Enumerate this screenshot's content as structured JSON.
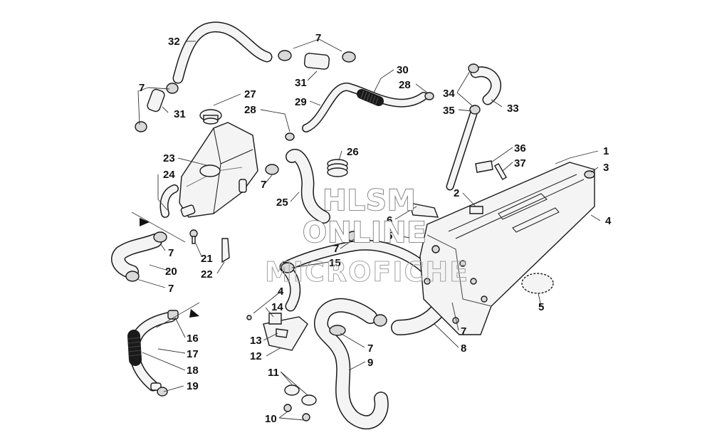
{
  "watermark": {
    "line1": "HLSM",
    "line2": "ONLINE",
    "line3": "MICROFICHE"
  },
  "callouts": [
    {
      "id": "c32",
      "text": "32"
    },
    {
      "id": "c7a",
      "text": "7"
    },
    {
      "id": "c31a",
      "text": "31"
    },
    {
      "id": "c30",
      "text": "30"
    },
    {
      "id": "c28a",
      "text": "28"
    },
    {
      "id": "c29",
      "text": "29"
    },
    {
      "id": "c7b",
      "text": "7"
    },
    {
      "id": "c31b",
      "text": "31"
    },
    {
      "id": "c27",
      "text": "27"
    },
    {
      "id": "c28b",
      "text": "28"
    },
    {
      "id": "c34",
      "text": "34"
    },
    {
      "id": "c35",
      "text": "35"
    },
    {
      "id": "c33",
      "text": "33"
    },
    {
      "id": "c23",
      "text": "23"
    },
    {
      "id": "c24",
      "text": "24"
    },
    {
      "id": "c26",
      "text": "26"
    },
    {
      "id": "c7c",
      "text": "7"
    },
    {
      "id": "c25",
      "text": "25"
    },
    {
      "id": "c36",
      "text": "36"
    },
    {
      "id": "c37",
      "text": "37"
    },
    {
      "id": "c1",
      "text": "1"
    },
    {
      "id": "c3",
      "text": "3"
    },
    {
      "id": "c2",
      "text": "2"
    },
    {
      "id": "c4a",
      "text": "4"
    },
    {
      "id": "c6",
      "text": "6"
    },
    {
      "id": "c5a",
      "text": "5"
    },
    {
      "id": "c7d",
      "text": "7"
    },
    {
      "id": "c21",
      "text": "21"
    },
    {
      "id": "c22",
      "text": "22"
    },
    {
      "id": "c20",
      "text": "20"
    },
    {
      "id": "c7e",
      "text": "7"
    },
    {
      "id": "c7f",
      "text": "7"
    },
    {
      "id": "c15",
      "text": "15"
    },
    {
      "id": "c4b",
      "text": "4"
    },
    {
      "id": "c14",
      "text": "14"
    },
    {
      "id": "c13",
      "text": "13"
    },
    {
      "id": "c12",
      "text": "12"
    },
    {
      "id": "c16",
      "text": "16"
    },
    {
      "id": "c17",
      "text": "17"
    },
    {
      "id": "c18",
      "text": "18"
    },
    {
      "id": "c19",
      "text": "19"
    },
    {
      "id": "c7g",
      "text": "7"
    },
    {
      "id": "c9",
      "text": "9"
    },
    {
      "id": "c11",
      "text": "11"
    },
    {
      "id": "c10",
      "text": "10"
    },
    {
      "id": "c7h",
      "text": "7"
    },
    {
      "id": "c8",
      "text": "8"
    },
    {
      "id": "c5b",
      "text": "5"
    }
  ]
}
